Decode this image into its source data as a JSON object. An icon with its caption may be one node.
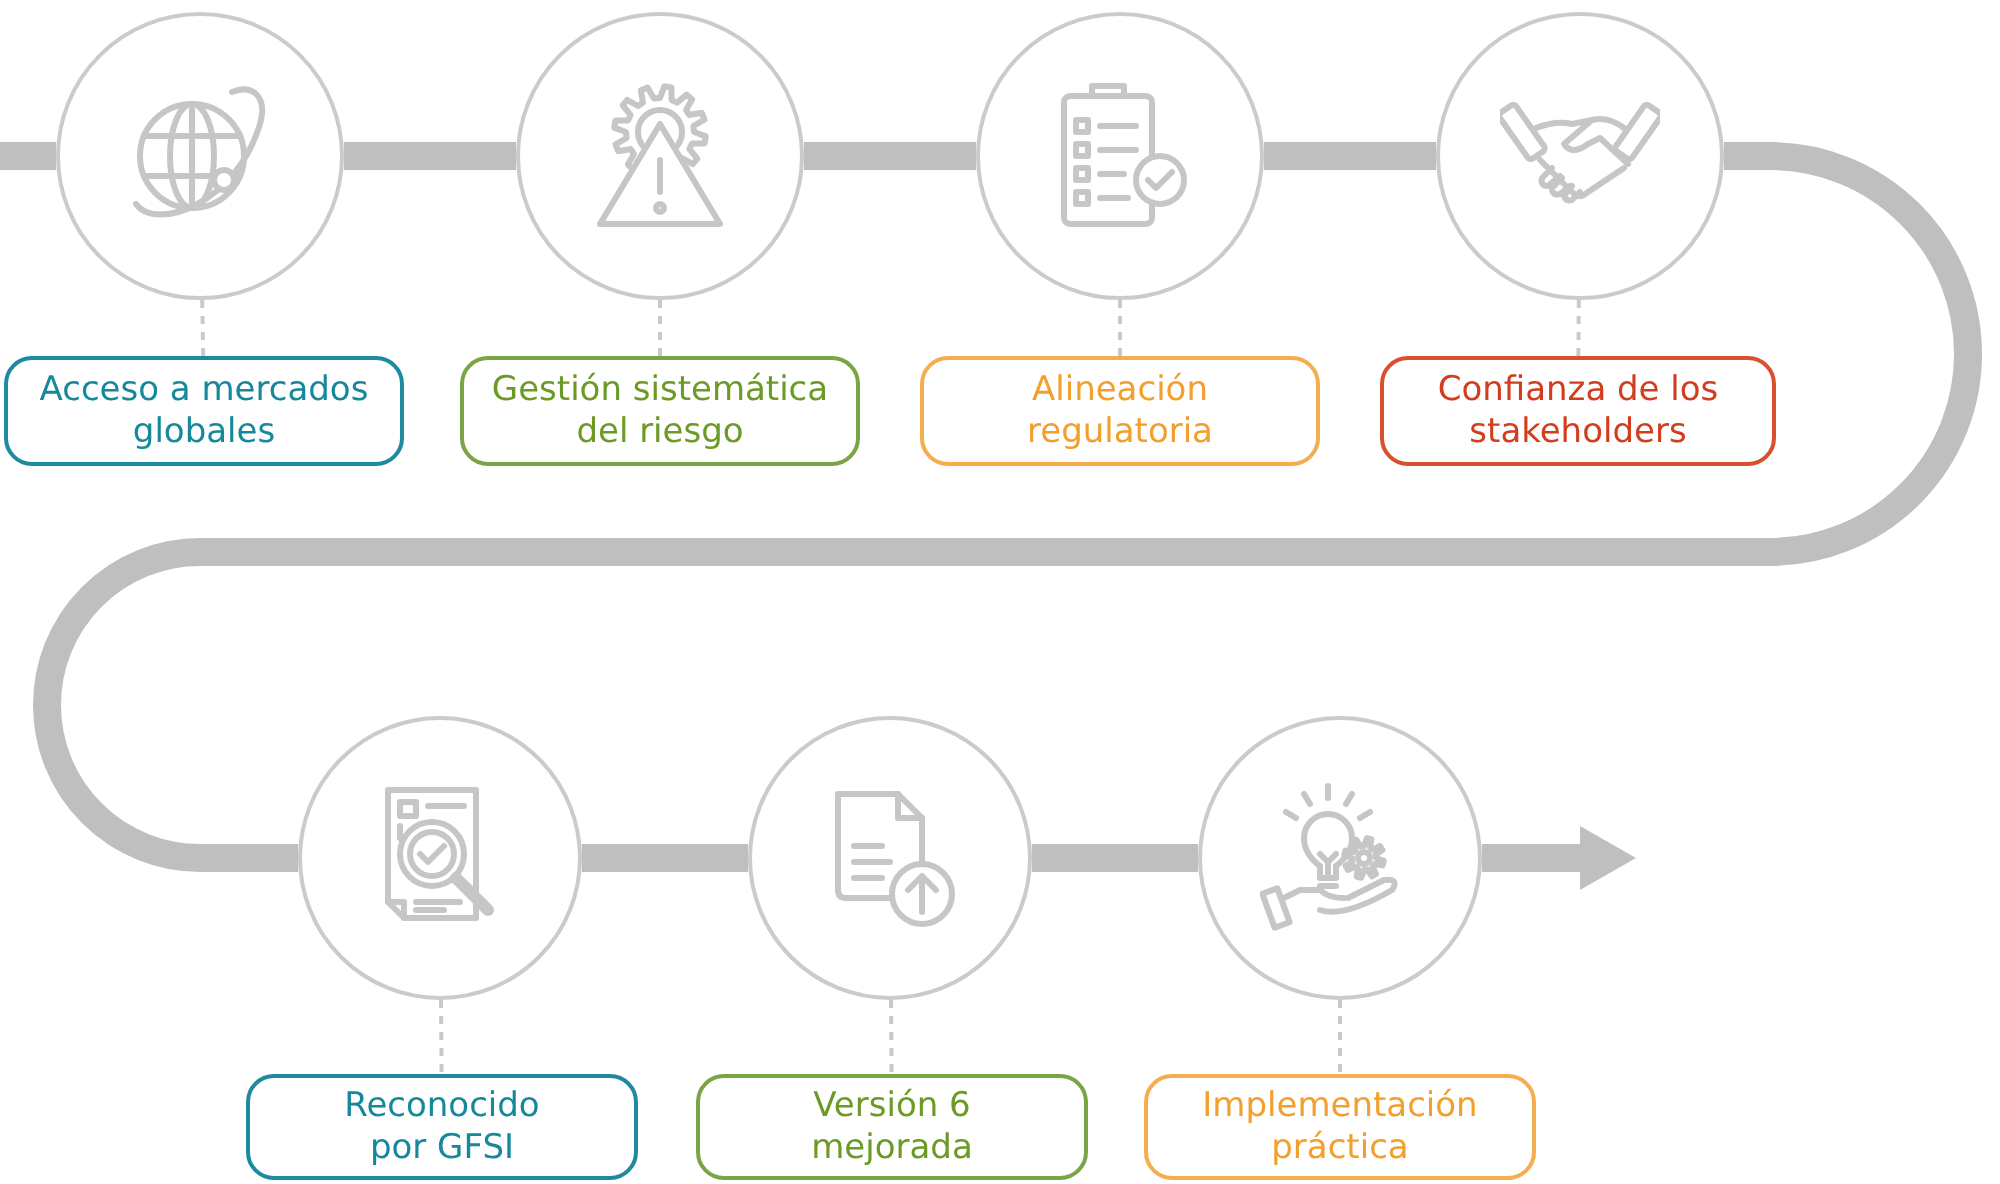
{
  "diagram": {
    "nodes": [
      {
        "text": [],
        "shape": "circle"
      },
      {
        "text": [
          "Acceso a mercados globales"
        ]
      },
      {
        "text": [],
        "shape": "circle"
      },
      {
        "text": [
          "Gestión sistemática del riesgo"
        ]
      },
      {
        "text": [],
        "shape": "circle"
      },
      {
        "text": [
          "Alineación regulatoria"
        ]
      },
      {
        "text": [],
        "shape": "circle"
      },
      {
        "text": [
          "Confianza de los stakeholders"
        ]
      },
      {
        "text": [],
        "shape": "circle"
      },
      {
        "text": [
          "Reconocido por GFSI"
        ]
      },
      {
        "text": [],
        "shape": "circle"
      },
      {
        "text": [
          "Versión 6 mejorada"
        ]
      },
      {
        "text": [],
        "shape": "circle"
      },
      {
        "text": [
          "Implementación práctica"
        ]
      }
    ],
    "edges": [
      {
        "from": null,
        "to": 0,
        "arrow": "none"
      },
      {
        "from": 0,
        "to": 2,
        "arrow": "none"
      },
      {
        "from": 2,
        "to": 4,
        "arrow": "none"
      },
      {
        "from": 4,
        "to": 6,
        "arrow": "none"
      },
      {
        "from": 6,
        "to": 8,
        "arrow": "none"
      },
      {
        "from": 8,
        "to": 10,
        "arrow": "none"
      },
      {
        "from": 10,
        "to": 12,
        "arrow": "none"
      },
      {
        "from": 12,
        "to": null,
        "arrow": "to"
      },
      {
        "from": 0,
        "to": 1,
        "arrow": "none",
        "style": "dashed"
      },
      {
        "from": 2,
        "to": 3,
        "arrow": "none",
        "style": "dashed"
      },
      {
        "from": 4,
        "to": 5,
        "arrow": "none",
        "style": "dashed"
      },
      {
        "from": 6,
        "to": 7,
        "arrow": "none",
        "style": "dashed"
      },
      {
        "from": 8,
        "to": 9,
        "arrow": "none",
        "style": "dashed"
      },
      {
        "from": 10,
        "to": 11,
        "arrow": "none",
        "style": "dashed"
      },
      {
        "from": 12,
        "to": 13,
        "arrow": "none",
        "style": "dashed"
      }
    ]
  }
}
